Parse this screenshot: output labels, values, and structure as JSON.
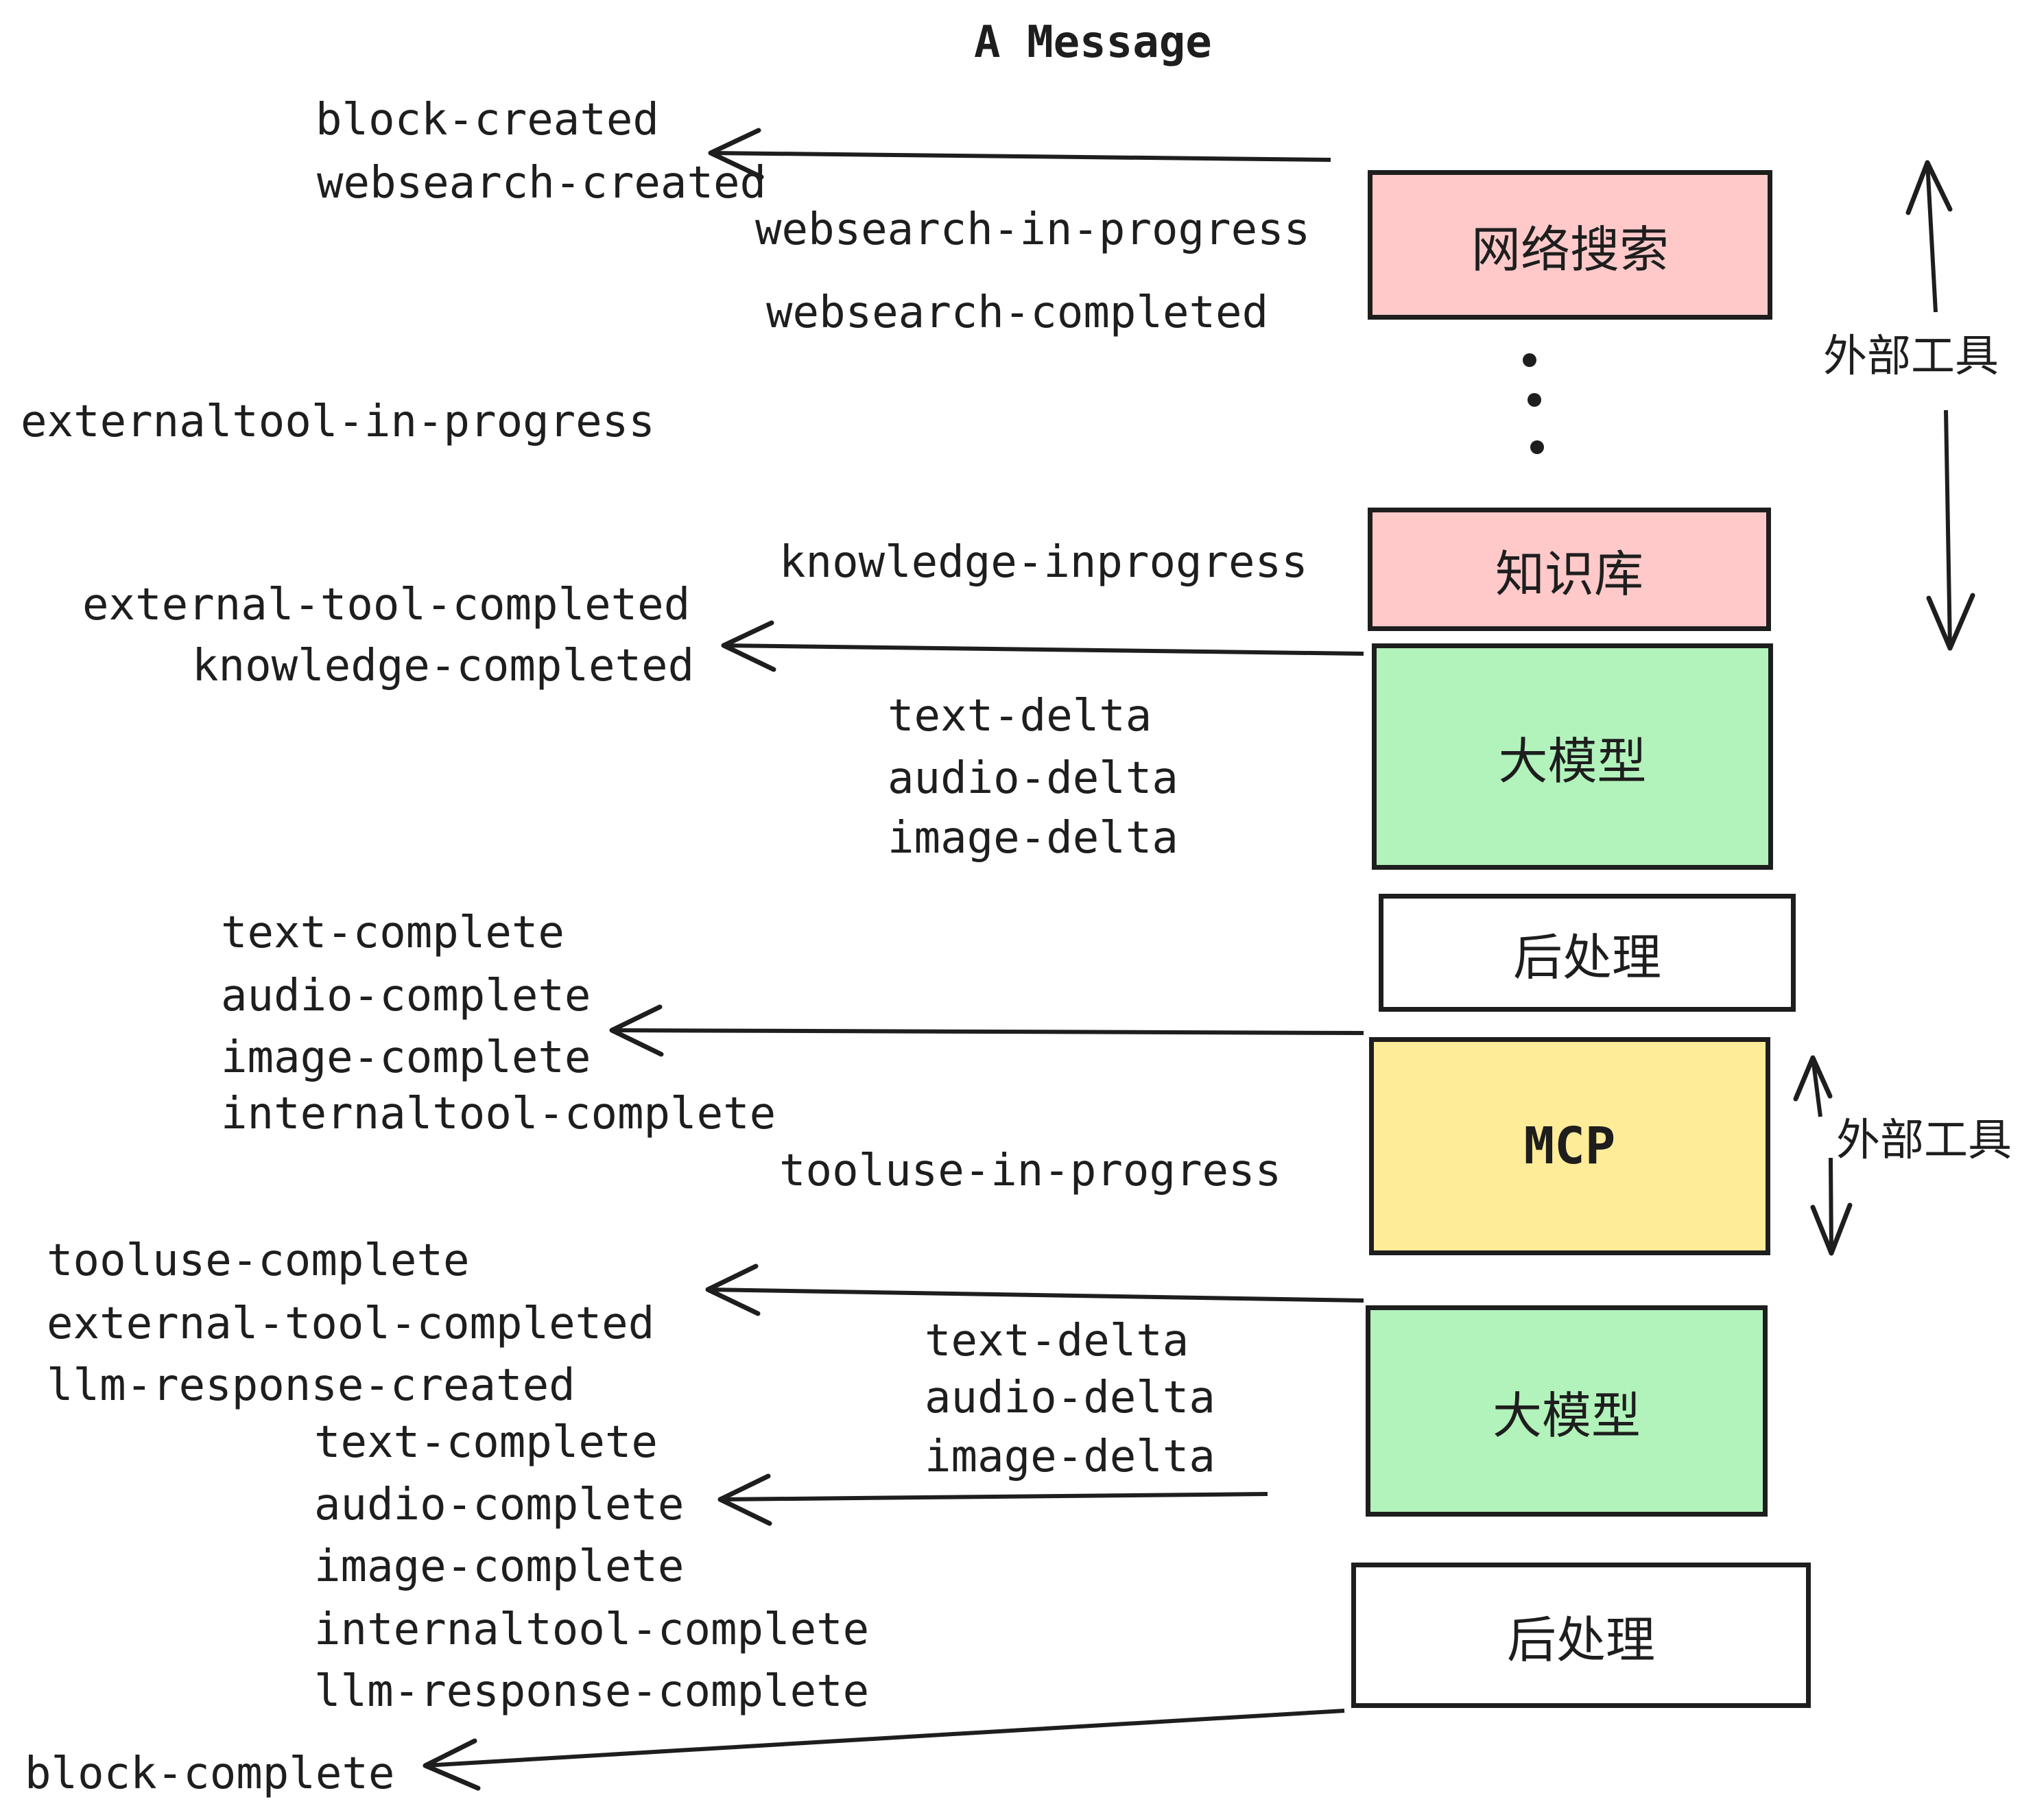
{
  "page": {
    "title": "A Message"
  },
  "colors": {
    "ink": "#1e1e1e",
    "pink": "#FFC9C9",
    "green": "#B2F2BB",
    "yellow": "#FFEC99",
    "white": "#FFFFFF"
  },
  "events": {
    "block_created": "block-created",
    "websearch_created": "websearch-created",
    "websearch_in_progress": "websearch-in-progress",
    "websearch_completed": "websearch-completed",
    "externaltool_in_progress": "externaltool-in-progress",
    "knowledge_inprogress": "knowledge-inprogress",
    "external_tool_completed_1": "external-tool-completed",
    "knowledge_completed": "knowledge-completed",
    "text_delta_1": "text-delta",
    "audio_delta_1": "audio-delta",
    "image_delta_1": "image-delta",
    "text_complete_1": "text-complete",
    "audio_complete_1": "audio-complete",
    "image_complete_1": "image-complete",
    "internaltool_complete_1": "internaltool-complete",
    "tooluse_in_progress": "tooluse-in-progress",
    "tooluse_complete": "tooluse-complete",
    "external_tool_completed_2": "external-tool-completed",
    "llm_response_created": "llm-response-created",
    "text_delta_2": "text-delta",
    "audio_delta_2": "audio-delta",
    "image_delta_2": "image-delta",
    "text_complete_2": "text-complete",
    "audio_complete_2": "audio-complete",
    "image_complete_2": "image-complete",
    "internaltool_complete_2": "internaltool-complete",
    "llm_response_complete": "llm-response-complete",
    "block_complete": "block-complete"
  },
  "nodes": {
    "websearch": {
      "label": "网络搜索",
      "fill": "#FFC9C9"
    },
    "knowledge": {
      "label": "知识库",
      "fill": "#FFC9C9"
    },
    "llm1": {
      "label": "大模型",
      "fill": "#B2F2BB"
    },
    "post1": {
      "label": "后处理",
      "fill": "#FFFFFF"
    },
    "mcp": {
      "label": "MCP",
      "fill": "#FFEC99"
    },
    "llm2": {
      "label": "大模型",
      "fill": "#B2F2BB"
    },
    "post2": {
      "label": "后处理",
      "fill": "#FFFFFF"
    }
  },
  "annotations": {
    "external_tools_top": "外部工具",
    "external_tools_mid": "外部工具"
  }
}
